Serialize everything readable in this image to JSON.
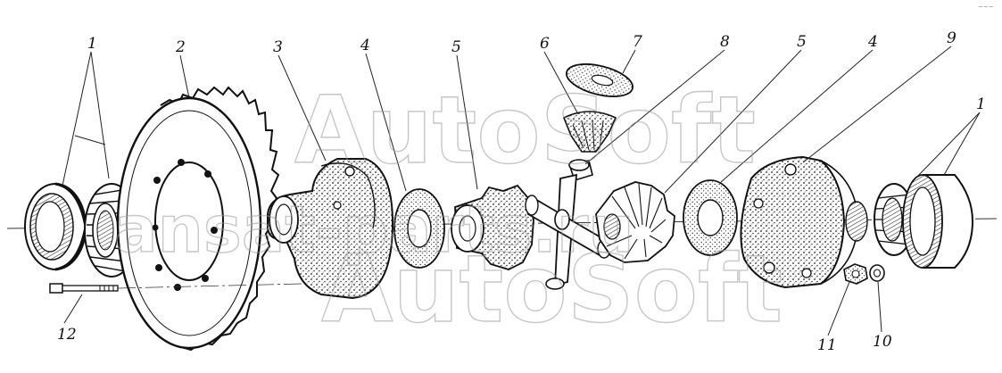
{
  "diagram": {
    "callouts": [
      {
        "id": "1",
        "text": "1"
      },
      {
        "id": "2",
        "text": "2"
      },
      {
        "id": "3",
        "text": "3"
      },
      {
        "id": "4",
        "text": "4"
      },
      {
        "id": "5",
        "text": "5"
      },
      {
        "id": "6",
        "text": "6"
      },
      {
        "id": "7",
        "text": "7"
      },
      {
        "id": "8",
        "text": "8"
      },
      {
        "id": "5b",
        "text": "5"
      },
      {
        "id": "4b",
        "text": "4"
      },
      {
        "id": "9",
        "text": "9"
      },
      {
        "id": "1b",
        "text": "1"
      },
      {
        "id": "11",
        "text": "11"
      },
      {
        "id": "10",
        "text": "10"
      },
      {
        "id": "12",
        "text": "12"
      }
    ],
    "watermark": {
      "line1": "ansat-parts.ru",
      "line2": "AutoSoft"
    },
    "corner_mark": "~~~",
    "colors": {
      "ink": "#111111",
      "watermark": "#9a9a9a"
    }
  }
}
